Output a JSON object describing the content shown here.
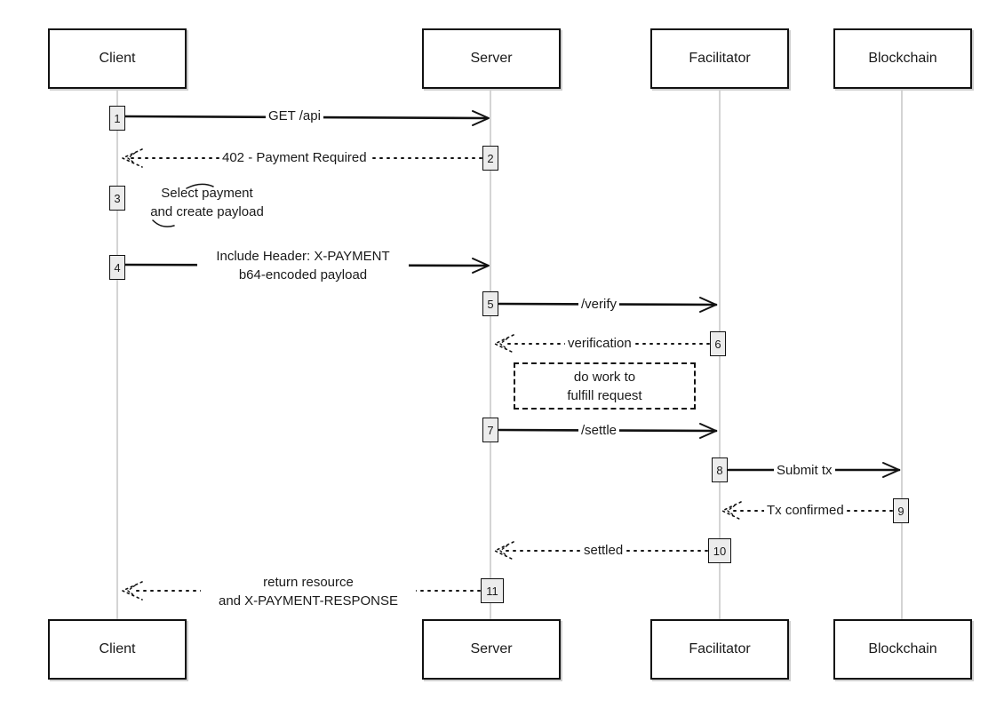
{
  "participants": {
    "client": "Client",
    "server": "Server",
    "facilitator": "Facilitator",
    "blockchain": "Blockchain"
  },
  "steps": [
    {
      "num": "1",
      "label": "GET /api"
    },
    {
      "num": "2",
      "label": "402 - Payment Required"
    },
    {
      "num": "3",
      "label_line1": "Select payment",
      "label_line2": "and create payload"
    },
    {
      "num": "4",
      "label_line1": "Include Header: X-PAYMENT",
      "label_line2": "b64-encoded payload"
    },
    {
      "num": "5",
      "label": "/verify"
    },
    {
      "num": "6",
      "label": "verification"
    },
    {
      "num": "7",
      "label": "/settle"
    },
    {
      "num": "8",
      "label": "Submit tx"
    },
    {
      "num": "9",
      "label": "Tx confirmed"
    },
    {
      "num": "10",
      "label": "settled"
    },
    {
      "num": "11",
      "label_line1": "return resource",
      "label_line2": "and X-PAYMENT-RESPONSE"
    }
  ],
  "note": {
    "line1": "do work to",
    "line2": "fulfill request"
  },
  "colors": {
    "stroke": "#111111",
    "lifeline": "#bdbdbd",
    "step_fill": "#ececec",
    "shadow": "#cfcfcf"
  }
}
